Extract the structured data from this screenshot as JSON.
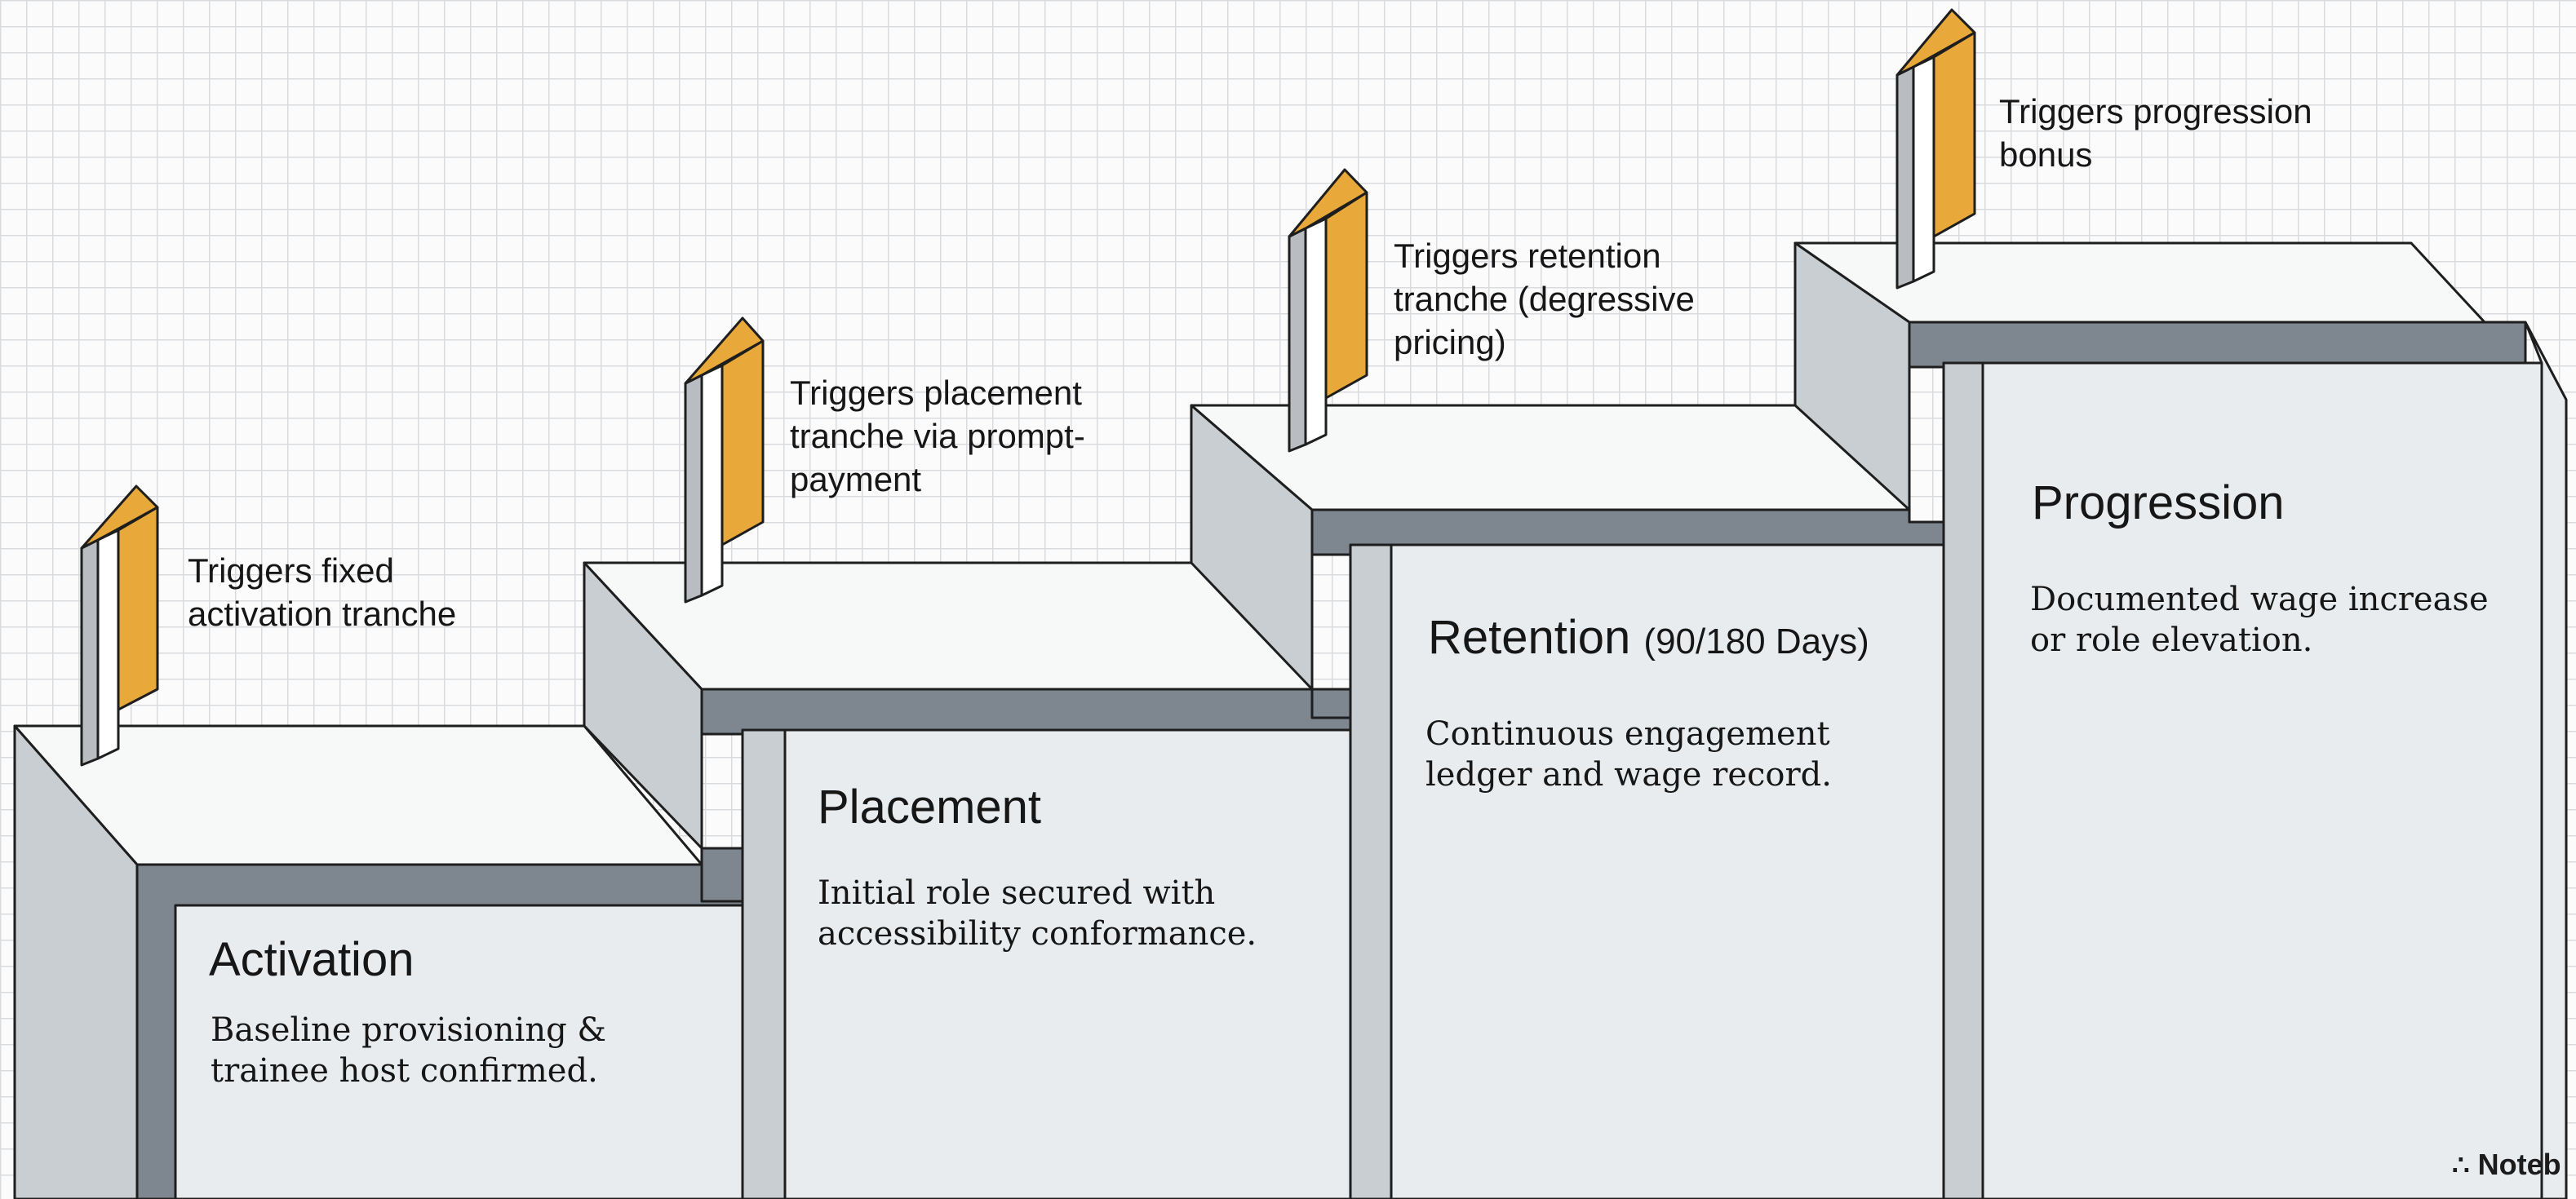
{
  "steps": [
    {
      "title": "Activation",
      "description": "Baseline provisioning & trainee host confirmed.",
      "trigger": "Triggers fixed activation tranche"
    },
    {
      "title": "Placement",
      "description": "Initial role secured with accessibility conformance.",
      "trigger": "Triggers placement tranche via prompt-payment"
    },
    {
      "title": "Retention",
      "title_suffix": "(90/180 Days)",
      "description": "Continuous engagement ledger and wage record.",
      "trigger": "Triggers retention tranche (degressive pricing)"
    },
    {
      "title": "Progression",
      "description": "Documented wage increase or role elevation.",
      "trigger": "Triggers progression bonus"
    }
  ],
  "brand": "Noteb",
  "colors": {
    "grid_line": "#d9dbde",
    "step_top": "#f7f8f8",
    "step_side": "#c9ced2",
    "step_front": "#e9ecee",
    "frame": "#7e8690",
    "flag": "#e8a93a",
    "outline": "#1e1e1e"
  },
  "icons": {
    "flag": "flag-marker-icon",
    "brand": "notebook-logo-icon"
  }
}
